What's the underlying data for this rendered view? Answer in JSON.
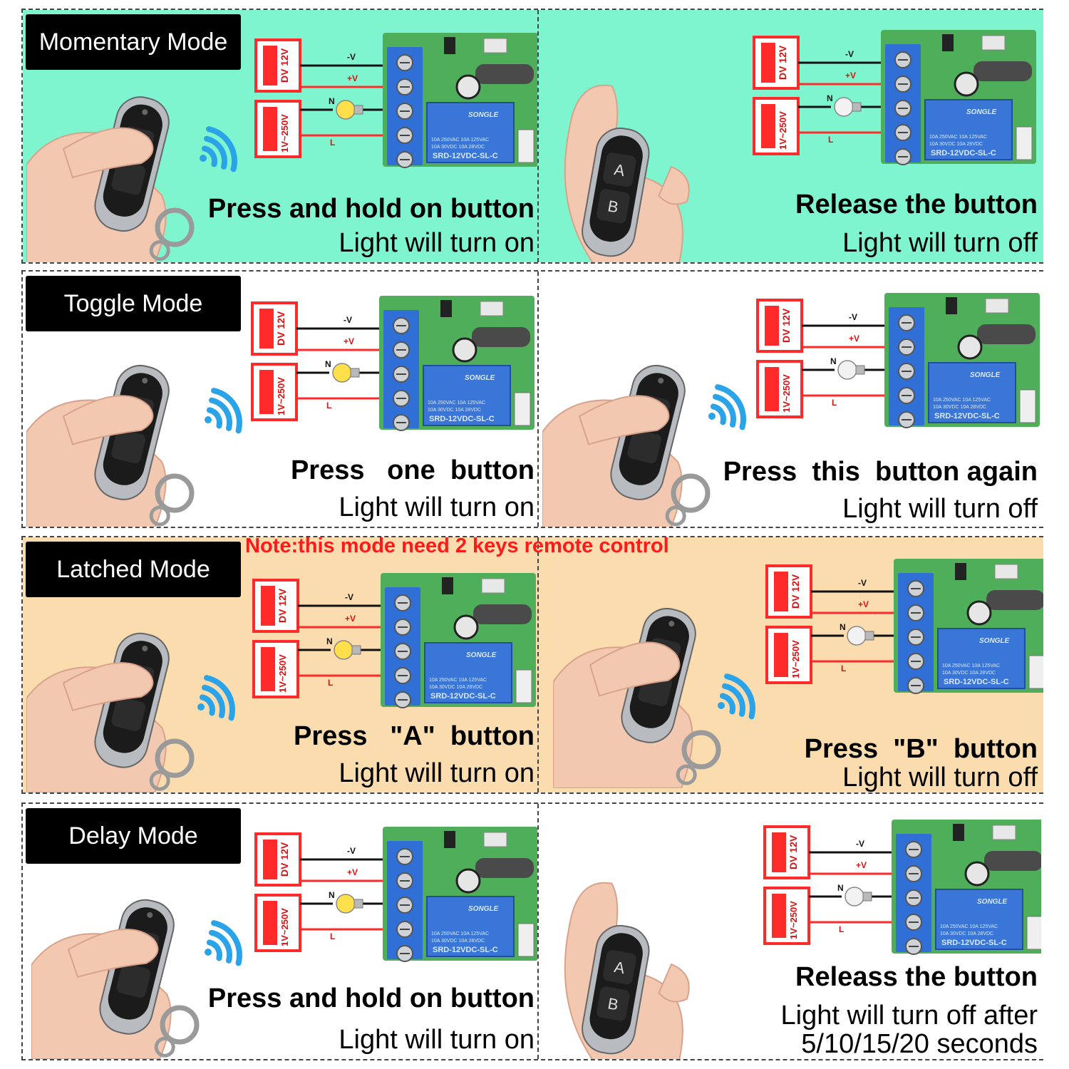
{
  "colors": {
    "momentary_bg": "#7ff5cf",
    "toggle_bg": "#ffffff",
    "latched_bg": "#fbdcae",
    "delay_bg": "#ffffff",
    "note_red": "#ff1a1a",
    "supply_red": "#ff2a2a",
    "pcb_green": "#4fae5a",
    "relay_blue": "#3a76d8",
    "terminal_blue": "#2f6fd6",
    "signal_blue": "#2aa3e8",
    "bulb_on": "#ffe04a",
    "bulb_off": "#f2f2f2"
  },
  "diagram_labels": {
    "dc_supply": "DV 12V",
    "ac_supply": "1V~250V",
    "neg": "-V",
    "pos": "+V",
    "neutral": "N",
    "live": "L",
    "relay_brand": "SONGLE",
    "relay_rating_1": "10A 250VAC 10A 125VAC",
    "relay_rating_2": "10A  30VDC 10A  28VDC",
    "relay_model": "SRD-12VDC-SL-C",
    "remote_key_a": "A",
    "remote_key_b": "B"
  },
  "rows": [
    {
      "mode": "Momentary Mode",
      "left": {
        "action": "Press and hold on button",
        "result": "Light will turn on"
      },
      "right": {
        "action": "Release the button",
        "result": "Light will turn off"
      }
    },
    {
      "mode": "Toggle Mode",
      "left": {
        "action": "Press   one  button",
        "result": "Light will turn on"
      },
      "right": {
        "action": "Press  this  button again",
        "result": "Light will turn off"
      }
    },
    {
      "mode": "Latched Mode",
      "note": "Note:this mode need 2 keys remote control",
      "left": {
        "action": "Press   \"A\"  button",
        "result": "Light will turn on"
      },
      "right": {
        "action": "Press  \"B\"  button",
        "result": "Light will turn off"
      }
    },
    {
      "mode": "Delay Mode",
      "left": {
        "action": "Press and hold on button",
        "result": "Light will turn on"
      },
      "right": {
        "action": "Releass the button",
        "result_line1": "Light will turn off after",
        "result_line2": "5/10/15/20 seconds"
      }
    }
  ]
}
